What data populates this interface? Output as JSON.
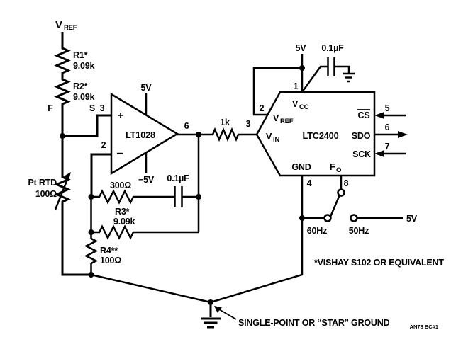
{
  "rail": {
    "vref_main": "V",
    "vref_sub": "REF",
    "r1_name": "R1*",
    "r1_value": "9.09k",
    "r2_name": "R2*",
    "r2_value": "9.09k",
    "force": "F",
    "sense": "S",
    "rtd_name": "Pt RTD",
    "rtd_value": "100Ω"
  },
  "opamp": {
    "name": "LT1028",
    "plus": "+",
    "minus": "−",
    "pin_plus": "3",
    "pin_minus": "2",
    "pin_out": "6",
    "supply_pos": "5V",
    "supply_neg": "−5V"
  },
  "feedback": {
    "r_series": "300Ω",
    "cap": "0.1µF",
    "r3_name": "R3*",
    "r3_value": "9.09k",
    "r4_name": "R4**",
    "r4_value": "100Ω",
    "r_in": "1k"
  },
  "adc": {
    "name": "LTC2400",
    "vcc_main": "V",
    "vcc_sub": "CC",
    "vref_main": "V",
    "vref_sub": "REF",
    "vin_main": "V",
    "vin_sub": "IN",
    "gnd": "GND",
    "fo_main": "F",
    "fo_sub": "O",
    "cs": "CS",
    "sdo": "SDO",
    "sck": "SCK",
    "pin1": "1",
    "pin2": "2",
    "pin3": "3",
    "pin4": "4",
    "pin5": "5",
    "pin6": "6",
    "pin7": "7",
    "pin8": "8"
  },
  "supply": {
    "v5_top": "5V",
    "cap_top": "0.1µF"
  },
  "switch": {
    "hz60": "60Hz",
    "hz50": "50Hz",
    "v5": "5V"
  },
  "notes": {
    "vishay": "*VISHAY S102 OR EQUIVALENT",
    "ground": "SINGLE-POINT OR “STAR” GROUND",
    "docid": "AN78 BC#1"
  },
  "colors": {
    "line": "#000000",
    "background": "#ffffff"
  }
}
